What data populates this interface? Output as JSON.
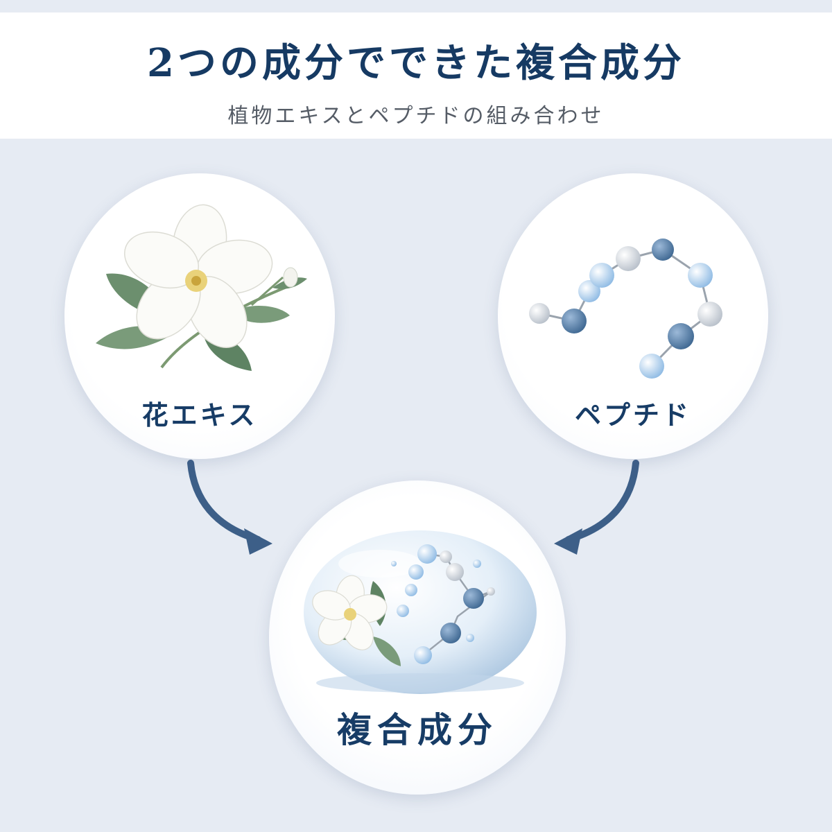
{
  "header": {
    "title": "2つの成分でできた複合成分",
    "subtitle": "植物エキスとペプチドの組み合わせ"
  },
  "ingredients": {
    "flower_label": "花エキス",
    "peptide_label": "ペプチド",
    "combo_label": "複合成分"
  },
  "colors": {
    "navy": "#173c66",
    "arrow": "#3d5f88",
    "background": "#e6ebf3",
    "molecule_dark": "#4e76a2",
    "molecule_light": "#a9cbea",
    "molecule_white": "#dfe4ea",
    "leaf": "#6c8f6e"
  },
  "icons": {
    "flower": "white-flower-icon",
    "peptide": "peptide-molecule-icon",
    "combo": "water-droplet-icon"
  }
}
